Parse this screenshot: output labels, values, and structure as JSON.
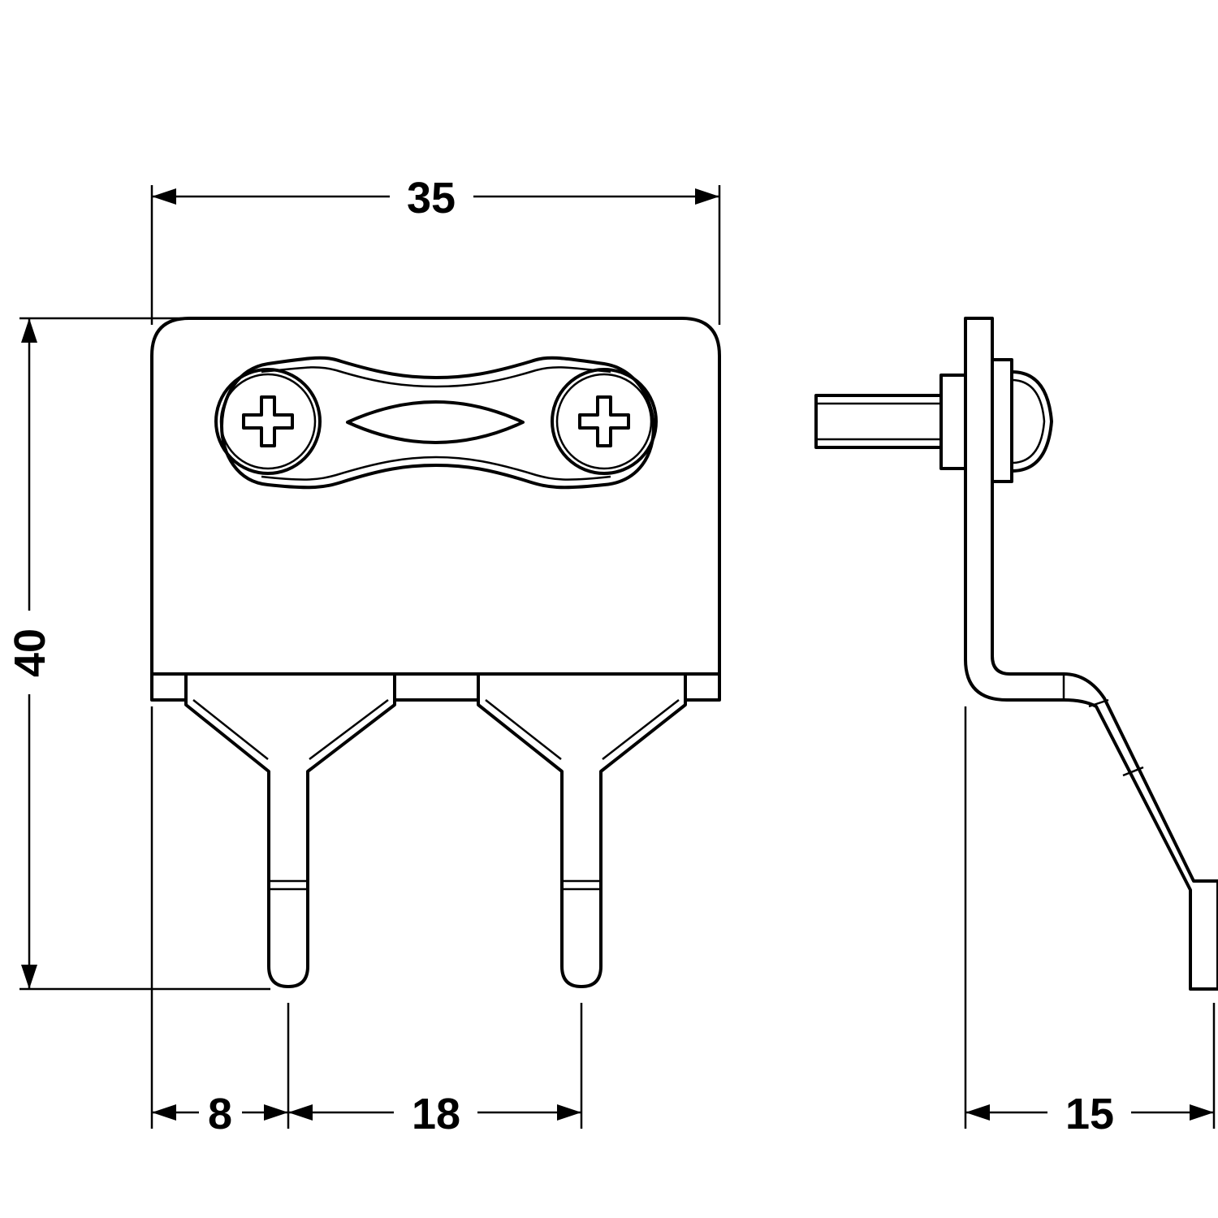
{
  "dimensions": {
    "width_top": "35",
    "height_left": "40",
    "offset_bottom": "8",
    "spacing_bottom": "18",
    "depth_side": "15"
  }
}
